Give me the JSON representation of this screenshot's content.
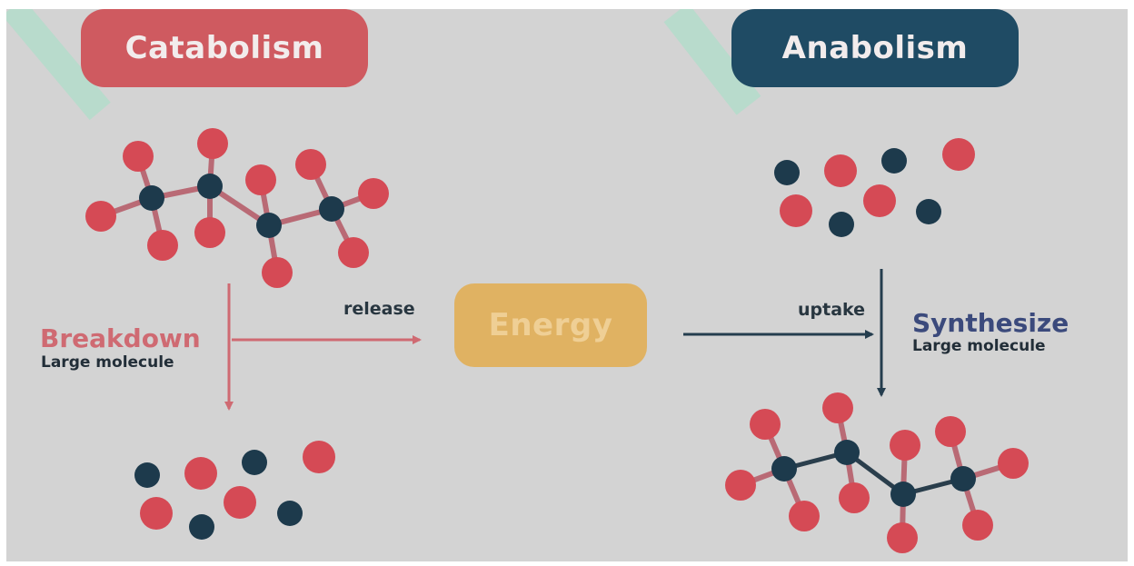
{
  "catabolism": {
    "title": "Catabolism",
    "process_label": "Breakdown",
    "process_sub": "Large molecule",
    "arrow_label": "release"
  },
  "energy": {
    "label": "Energy"
  },
  "anabolism": {
    "title": "Anabolism",
    "process_label": "Synthesize",
    "process_sub": "Large molecule",
    "arrow_label": "uptake"
  },
  "colors": {
    "catabolism": "#cf5a60",
    "anabolism": "#1f4b64",
    "energy": "#e0b262",
    "atom_red": "#d54a55",
    "atom_dark": "#1d3a4c",
    "catabolism_arrow": "#cf6a72",
    "anabolism_arrow": "#243d4e",
    "background": "#d3d3d3"
  }
}
